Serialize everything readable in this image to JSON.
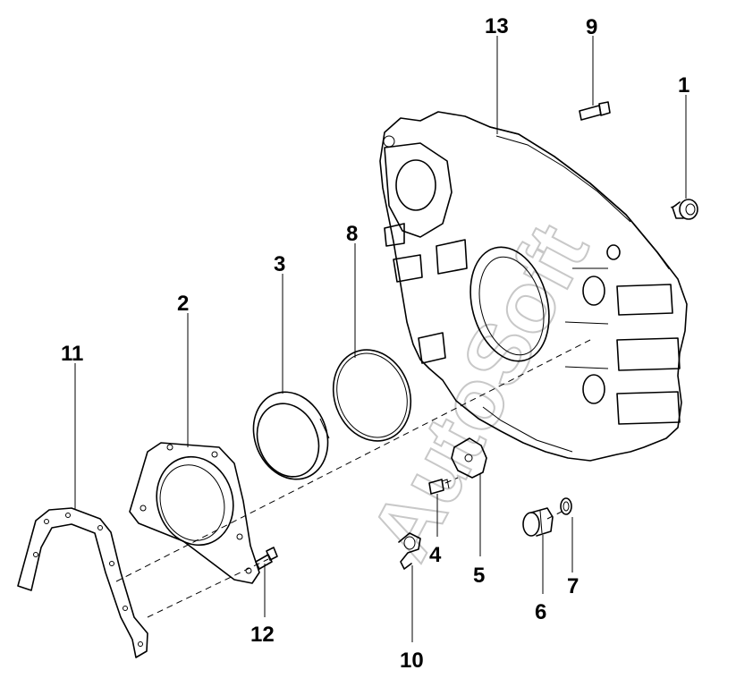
{
  "watermark": "AutoSoft",
  "callouts": [
    {
      "id": "c1",
      "text": "1"
    },
    {
      "id": "c2",
      "text": "2"
    },
    {
      "id": "c3",
      "text": "3"
    },
    {
      "id": "c4",
      "text": "4"
    },
    {
      "id": "c5",
      "text": "5"
    },
    {
      "id": "c6",
      "text": "6"
    },
    {
      "id": "c7",
      "text": "7"
    },
    {
      "id": "c8",
      "text": "8"
    },
    {
      "id": "c9",
      "text": "9"
    },
    {
      "id": "c10",
      "text": "10"
    },
    {
      "id": "c11",
      "text": "11"
    },
    {
      "id": "c12",
      "text": "12"
    },
    {
      "id": "c13",
      "text": "13"
    }
  ]
}
